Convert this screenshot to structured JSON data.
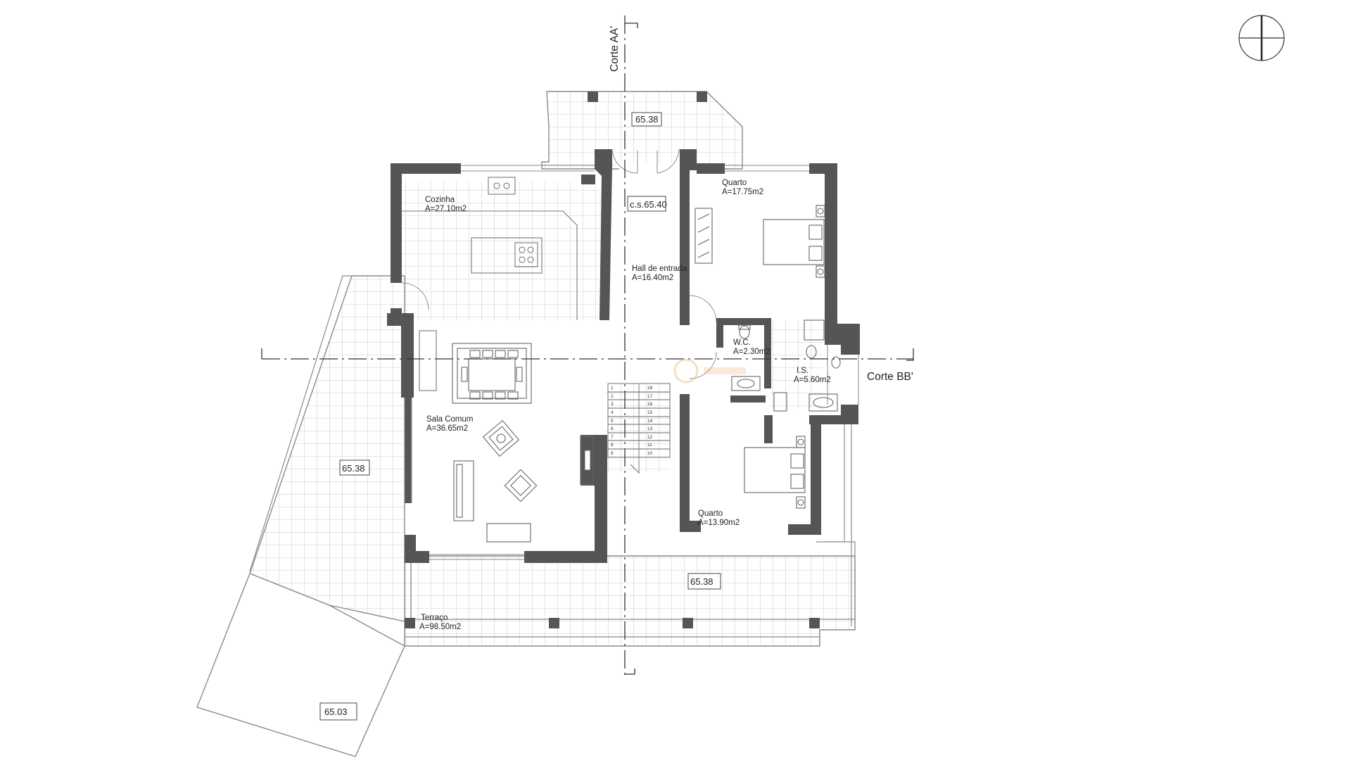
{
  "rooms": {
    "cozinha": {
      "name": "Cozinha",
      "area": "A=27.10m2"
    },
    "hall": {
      "name": "Hall de entrada",
      "area": "A=16.40m2"
    },
    "quarto1": {
      "name": "Quarto",
      "area": "A=17.75m2"
    },
    "wc": {
      "name": "W.C.",
      "area": "A=2.30m2"
    },
    "is": {
      "name": "I.S.",
      "area": "A=5.60m2"
    },
    "sala": {
      "name": "Sala Comum",
      "area": "A=36.65m2"
    },
    "quarto2": {
      "name": "Quarto",
      "area": "A=13.90m2"
    },
    "terraco": {
      "name": "Terraço",
      "area": "A=98.50m2"
    }
  },
  "levels": {
    "entrance_cs": "c.s.65.40",
    "north_terrace": "65.38",
    "west_terrace": "65.38",
    "south_terrace": "65.38",
    "lower_terrace": "65.03"
  },
  "cuts": {
    "aa": "Corte AA'",
    "bb": "Corte BB'"
  },
  "stairs": {
    "left_steps": [
      "1",
      "2",
      "3",
      "4",
      "5",
      "6",
      "7",
      "8",
      "9"
    ],
    "right_steps": [
      "18",
      "17",
      "16",
      "15",
      "14",
      "13",
      "12",
      "11",
      "10"
    ]
  },
  "colors": {
    "wall": "#555555",
    "line": "#8a8a8a",
    "grid": "#b9b9b9",
    "ink": "#222222"
  }
}
